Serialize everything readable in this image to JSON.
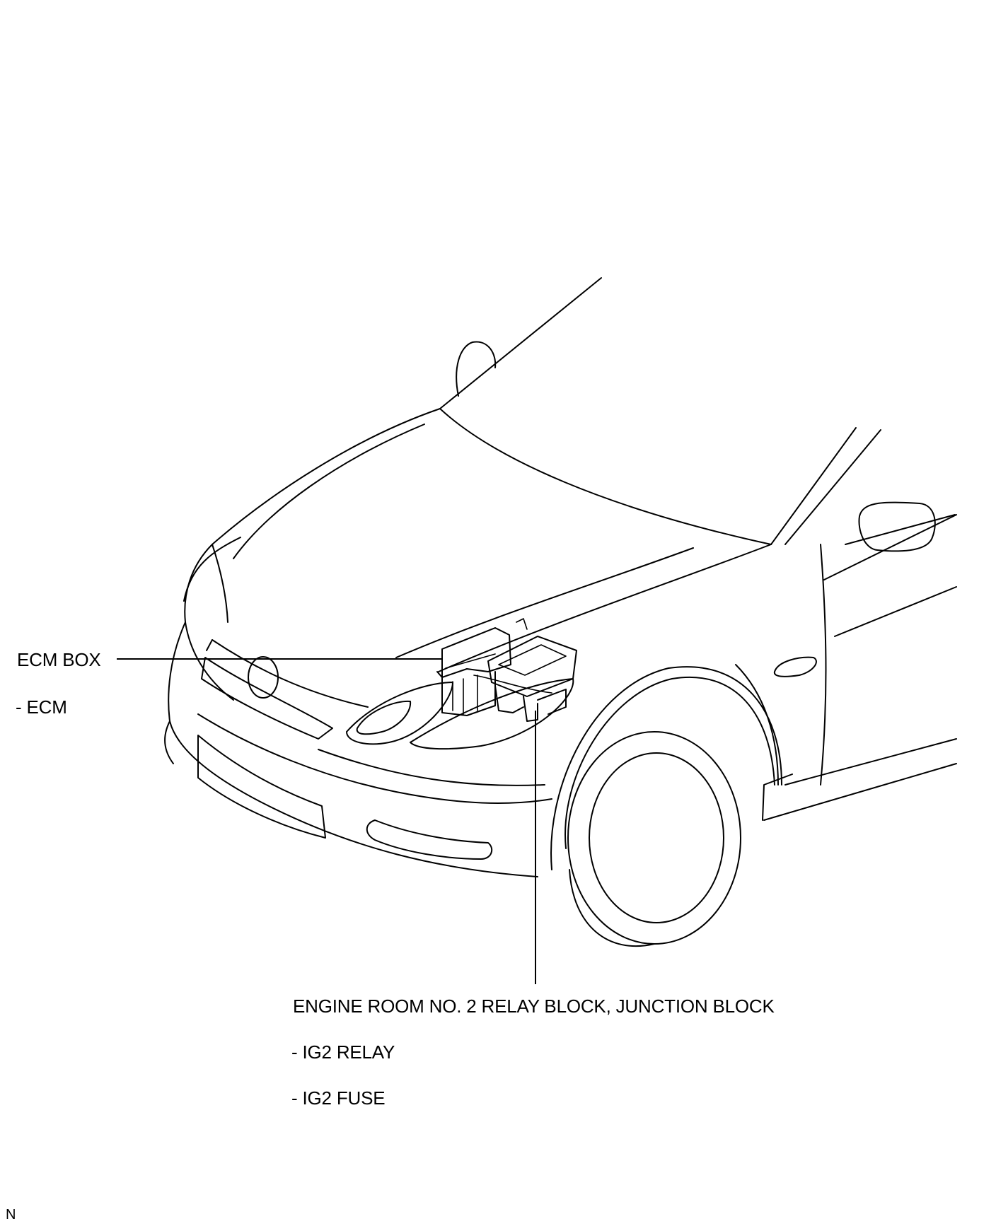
{
  "labels": {
    "ecm_box": "ECM BOX",
    "ecm": "- ECM",
    "relay_block": "ENGINE ROOM NO. 2 RELAY BLOCK, JUNCTION BLOCK",
    "ig2_relay": "- IG2 RELAY",
    "ig2_fuse": "- IG2 FUSE"
  },
  "figure_code": "N"
}
